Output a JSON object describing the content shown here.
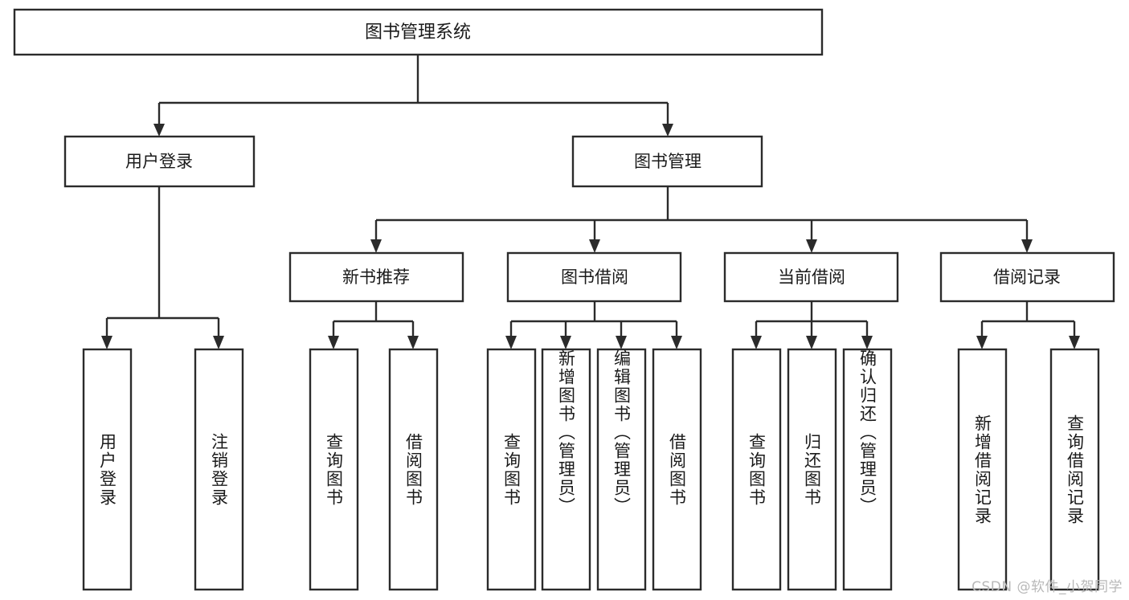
{
  "diagram": {
    "type": "tree-hierarchy-chart",
    "title": "图书管理系统",
    "watermark": "CSDN @软件_小贺同学",
    "colors": {
      "stroke": "#2b2b2b",
      "fill": "#ffffff",
      "text": "#1a1a1a",
      "background": "#ffffff",
      "watermark": "#b8b8b8"
    },
    "levels": {
      "root": {
        "label": "图书管理系统"
      },
      "level2": [
        {
          "label": "用户登录"
        },
        {
          "label": "图书管理"
        }
      ],
      "level3": [
        {
          "label": "新书推荐"
        },
        {
          "label": "图书借阅"
        },
        {
          "label": "当前借阅"
        },
        {
          "label": "借阅记录"
        }
      ],
      "leaves": [
        {
          "label": "用户登录",
          "parent": "用户登录"
        },
        {
          "label": "注销登录",
          "parent": "用户登录"
        },
        {
          "label": "查询图书",
          "parent": "新书推荐"
        },
        {
          "label": "借阅图书",
          "parent": "新书推荐"
        },
        {
          "label": "查询图书",
          "parent": "图书借阅"
        },
        {
          "label": "新增图书（管理员）",
          "parent": "图书借阅"
        },
        {
          "label": "编辑图书（管理员）",
          "parent": "图书借阅"
        },
        {
          "label": "借阅图书",
          "parent": "图书借阅"
        },
        {
          "label": "查询图书",
          "parent": "当前借阅"
        },
        {
          "label": "归还图书",
          "parent": "当前借阅"
        },
        {
          "label": "确认归还（管理员）",
          "parent": "当前借阅"
        },
        {
          "label": "新增借阅记录",
          "parent": "借阅记录"
        },
        {
          "label": "查询借阅记录",
          "parent": "借阅记录"
        }
      ]
    },
    "nodes": {
      "root": {
        "label": "图书管理系统"
      },
      "user_login": {
        "label": "用户登录"
      },
      "book_manage": {
        "label": "图书管理"
      },
      "new_book_rec": {
        "label": "新书推荐"
      },
      "book_borrow": {
        "label": "图书借阅"
      },
      "current_borrow": {
        "label": "当前借阅"
      },
      "borrow_record": {
        "label": "借阅记录"
      },
      "leaf_1": {
        "label": "用户登录"
      },
      "leaf_2": {
        "label": "注销登录"
      },
      "leaf_3": {
        "label": "查询图书"
      },
      "leaf_4": {
        "label": "借阅图书"
      },
      "leaf_5": {
        "label": "查询图书"
      },
      "leaf_6": {
        "label": "新增图书（管理员）"
      },
      "leaf_7": {
        "label": "编辑图书（管理员）"
      },
      "leaf_8": {
        "label": "借阅图书"
      },
      "leaf_9": {
        "label": "查询图书"
      },
      "leaf_10": {
        "label": "归还图书"
      },
      "leaf_11": {
        "label": "确认归还（管理员）"
      },
      "leaf_12": {
        "label": "新增借阅记录"
      },
      "leaf_13": {
        "label": "查询借阅记录"
      }
    }
  }
}
